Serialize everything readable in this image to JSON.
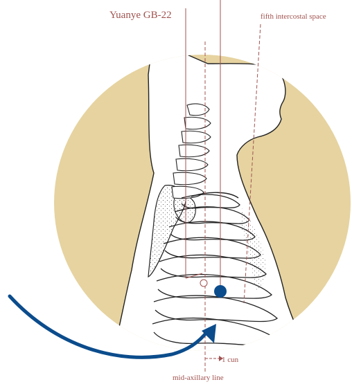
{
  "labels": {
    "title": "Yuanye GB-22",
    "intercostal": "fifth intercostal space",
    "distance": "1 cun",
    "axillary": "mid-axillary line"
  },
  "colors": {
    "skin": "#e6d3a0",
    "line": "#a0524f",
    "point": "#0b4c8c",
    "arrow": "#0b4c8c",
    "outline": "#222222"
  },
  "icons": {
    "acupoint": "filled-circle",
    "reference_point": "open-circle",
    "arrow": "curved-arrow"
  }
}
